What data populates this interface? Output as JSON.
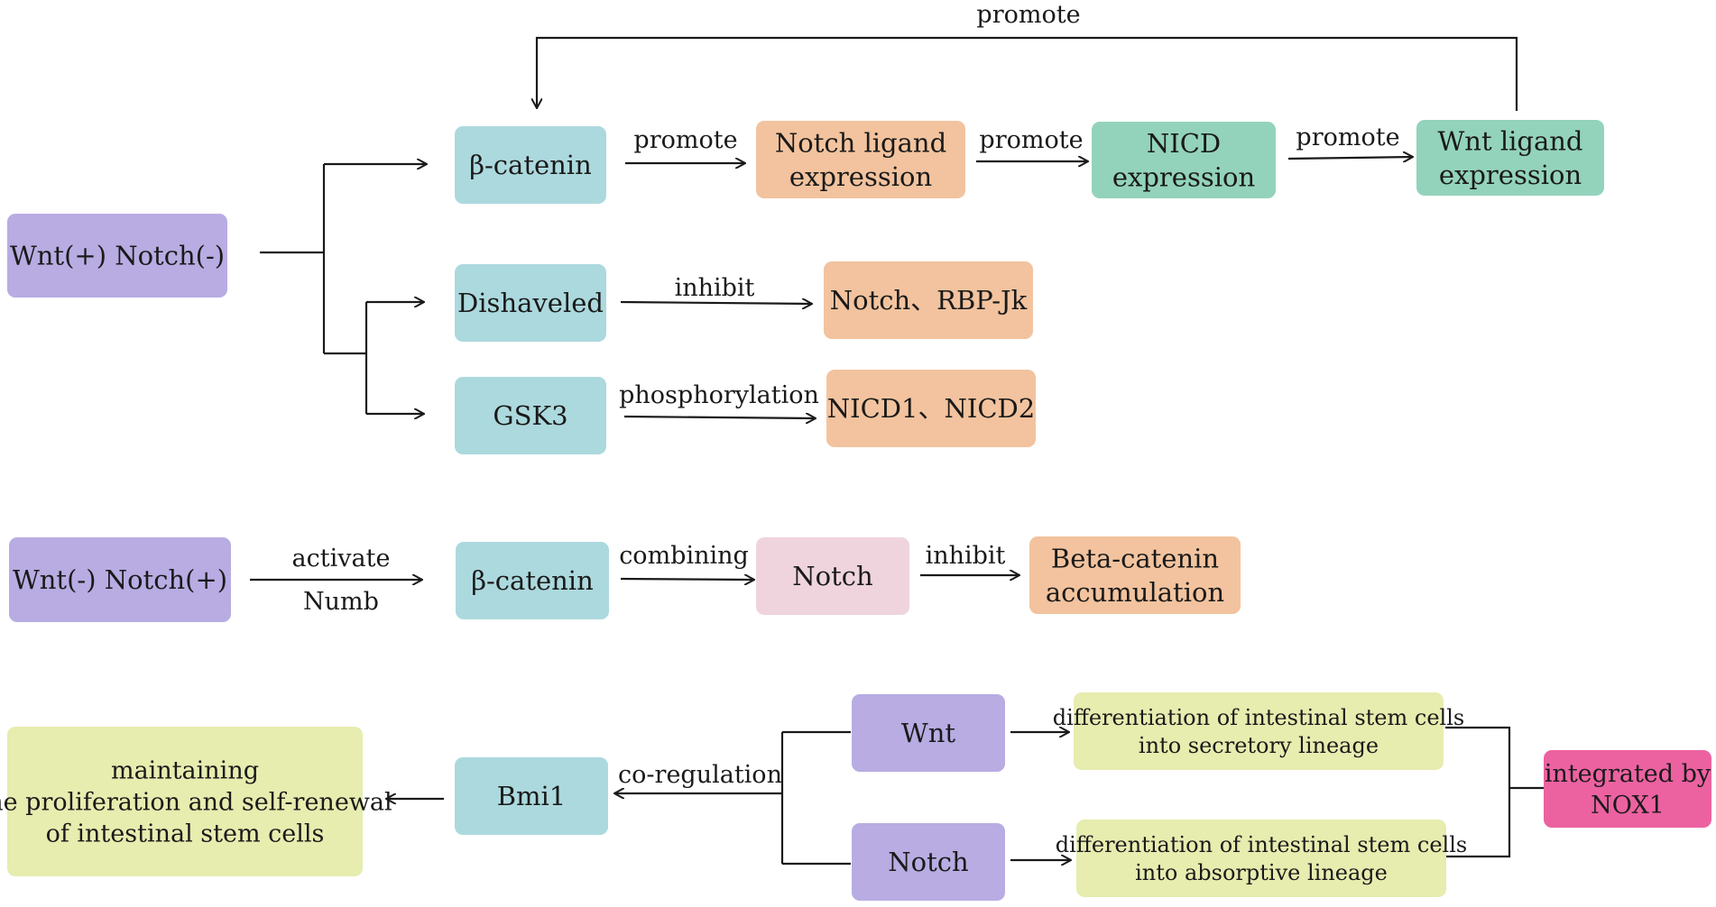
{
  "colors": {
    "purple": "#b8ace3",
    "blue": "#acd9de",
    "orange": "#f2c39e",
    "green": "#93d3bb",
    "pink": "#efd4dd",
    "yellow": "#e7ecaf",
    "magenta": "#ec62a1"
  },
  "nodes": {
    "wnt_pos_notch_neg": [
      "Wnt(+)  Notch(-)"
    ],
    "beta_catenin_1": [
      "β-catenin"
    ],
    "notch_ligand": [
      "Notch ligand",
      "expression"
    ],
    "nicd_expr": [
      "NICD",
      "expression"
    ],
    "wnt_ligand": [
      "Wnt ligand",
      "expression"
    ],
    "dishaveled": [
      "Dishaveled"
    ],
    "notch_rbpjk": [
      "Notch、RBP-Jk"
    ],
    "gsk3": [
      "GSK3"
    ],
    "nicd12": [
      "NICD1、NICD2"
    ],
    "wnt_neg_notch_pos": [
      "Wnt(-)  Notch(+)"
    ],
    "beta_catenin_2": [
      "β-catenin"
    ],
    "notch": [
      "Notch"
    ],
    "beta_accum": [
      "Beta-catenin",
      "accumulation"
    ],
    "maintaining": [
      "maintaining",
      "the proliferation and self-renewal",
      "of intestinal stem cells"
    ],
    "bmi1": [
      "Bmi1"
    ],
    "wnt": [
      "Wnt"
    ],
    "notch_b": [
      "Notch"
    ],
    "diff_secretory": [
      "differentiation of intestinal stem cells",
      "into secretory lineage"
    ],
    "diff_absorptive": [
      "differentiation of intestinal stem cells",
      "into absorptive lineage"
    ],
    "nox1": [
      "integrated by",
      "NOX1"
    ]
  },
  "edge_labels": {
    "promote_top": "promote",
    "promote_1": "promote",
    "promote_2": "promote",
    "promote_3": "promote",
    "inhibit_1": "inhibit",
    "phosphorylation": "phosphorylation",
    "activate": "activate",
    "numb": "Numb",
    "combining": "combining",
    "inhibit_2": "inhibit",
    "co_regulation": "co-regulation"
  }
}
